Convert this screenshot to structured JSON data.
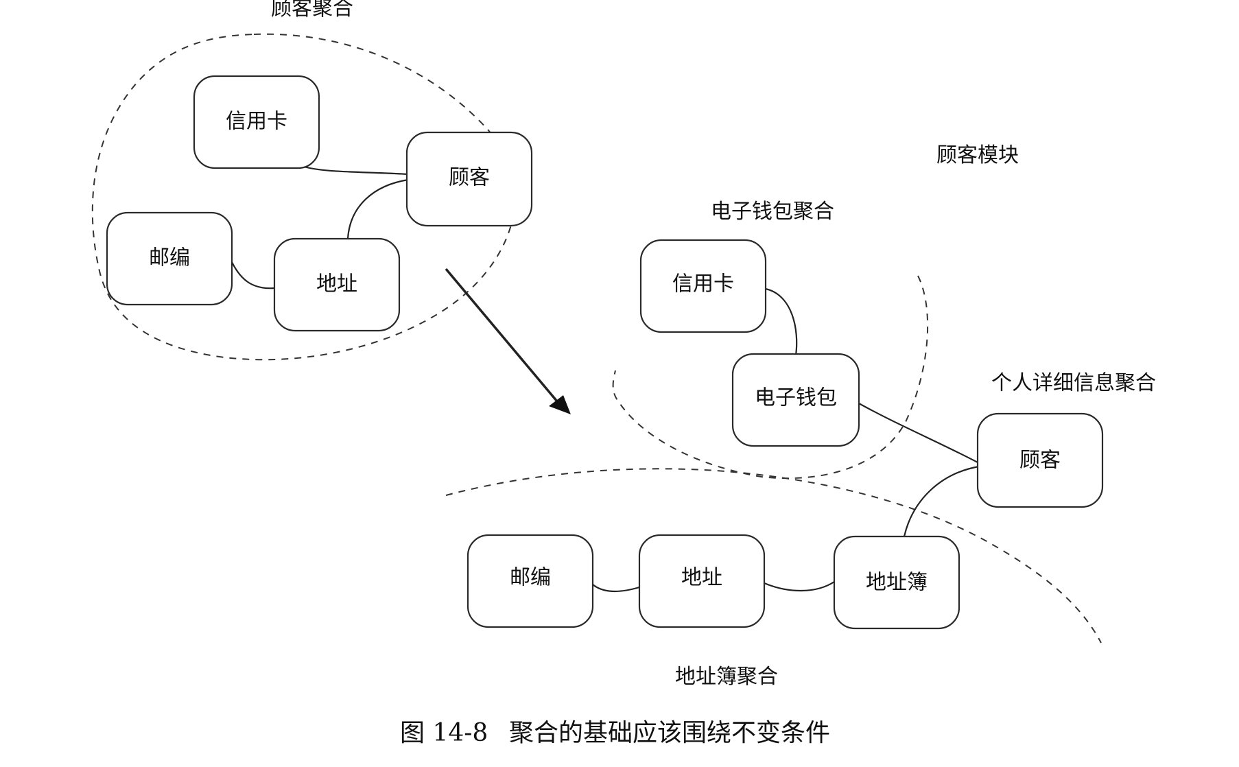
{
  "labels": {
    "customer_aggregate": "顾客聚合",
    "customer_module": "顾客模块",
    "wallet_aggregate": "电子钱包聚合",
    "personal_aggregate": "个人详细信息聚合",
    "addressbook_aggregate": "地址簿聚合"
  },
  "nodes": {
    "left_credit_card": "信用卡",
    "left_customer": "顾客",
    "left_postcode": "邮编",
    "left_address": "地址",
    "right_credit_card": "信用卡",
    "right_wallet": "电子钱包",
    "right_customer": "顾客",
    "right_postcode": "邮编",
    "right_address": "地址",
    "right_addressbook": "地址簿"
  },
  "caption": {
    "figure_no": "图 14-8",
    "text": "聚合的基础应该围绕不变条件"
  }
}
